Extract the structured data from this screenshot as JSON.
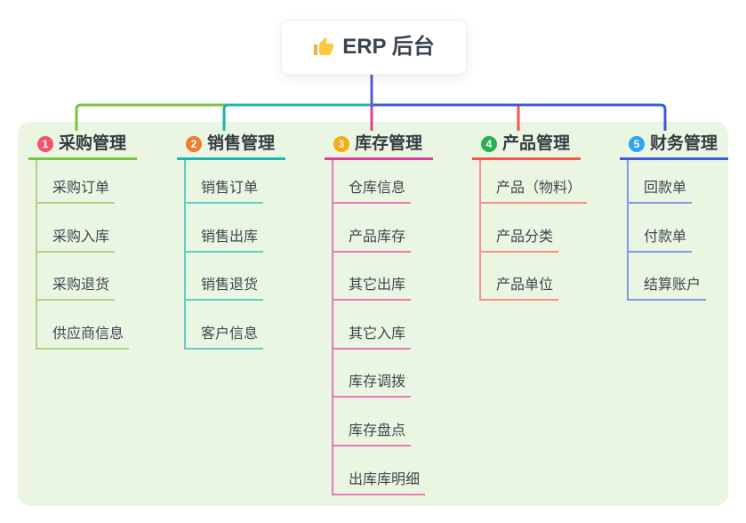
{
  "root": {
    "title": "ERP 后台",
    "icon": "thumbs-up-icon"
  },
  "colors": {
    "panel_background": "#EAF6E2",
    "root_connector": "#4E60D4"
  },
  "branches": [
    {
      "index": "1",
      "title": "采购管理",
      "line_color": "#7BC142",
      "child_line_color": "#A9D583",
      "badge_color": "#F4536E",
      "children": [
        "采购订单",
        "采购入库",
        "采购退货",
        "供应商信息"
      ]
    },
    {
      "index": "2",
      "title": "销售管理",
      "line_color": "#1AB6AD",
      "child_line_color": "#62CCC5",
      "badge_color": "#EE7E31",
      "children": [
        "销售订单",
        "销售出库",
        "销售退货",
        "客户信息"
      ]
    },
    {
      "index": "3",
      "title": "库存管理",
      "line_color": "#E03C96",
      "child_line_color": "#EF77B7",
      "badge_color": "#FAAA12",
      "children": [
        "仓库信息",
        "产品库存",
        "其它出库",
        "其它入库",
        "库存调拨",
        "库存盘点",
        "出库库明细"
      ]
    },
    {
      "index": "4",
      "title": "产品管理",
      "line_color": "#F9534E",
      "child_line_color": "#FA8F8C",
      "badge_color": "#29B150",
      "children": [
        "产品（物料）",
        "产品分类",
        "产品单位"
      ]
    },
    {
      "index": "5",
      "title": "财务管理",
      "line_color": "#3F5CD8",
      "child_line_color": "#8199E9",
      "badge_color": "#2FA7F0",
      "children": [
        "回款单",
        "付款单",
        "结算账户"
      ]
    }
  ]
}
